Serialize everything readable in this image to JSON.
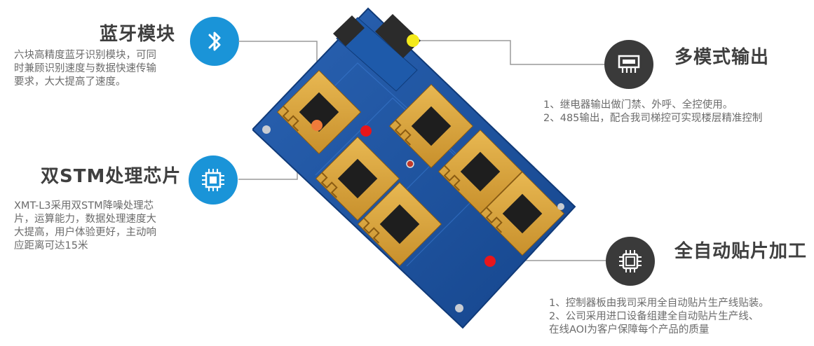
{
  "features": {
    "bluetooth": {
      "title": "蓝牙模块",
      "desc": "六块高精度蓝牙识别模块，可同时兼顾识别速度与数据快速传输要求，大大提高了速度。",
      "icon": "bluetooth-icon"
    },
    "stm": {
      "title": "双STM处理芯片",
      "desc": "XMT-L3采用双STM降噪处理芯片，运算能力，数据处理速度大大提高，用户体验更好，主动响应距离可达15米",
      "icon": "chip-icon"
    },
    "output": {
      "title": "多模式输出",
      "lines": [
        "1、继电器输出做门禁、外呼、全控使用。",
        "2、485输出，配合我司梯控可实现楼层精准控制"
      ],
      "icon": "relay-module-icon"
    },
    "smt": {
      "title": "全自动贴片加工",
      "lines": [
        "1、控制器板由我司采用全自动贴片生产线贴装。",
        "2、公司采用进口设备组建全自动贴片生产线、",
        "在线AOI为客户保障每个产品的质量"
      ],
      "icon": "processor-icon"
    }
  },
  "colors": {
    "accent_blue": "#1a94d8",
    "dark_circle": "#3a3a3a",
    "pcb_blue": "#1b4f9c",
    "module_gold": "#d9a441",
    "marker_red": "#e8161b",
    "marker_orange": "#f07b3a",
    "marker_yellow": "#f4ea1a"
  }
}
